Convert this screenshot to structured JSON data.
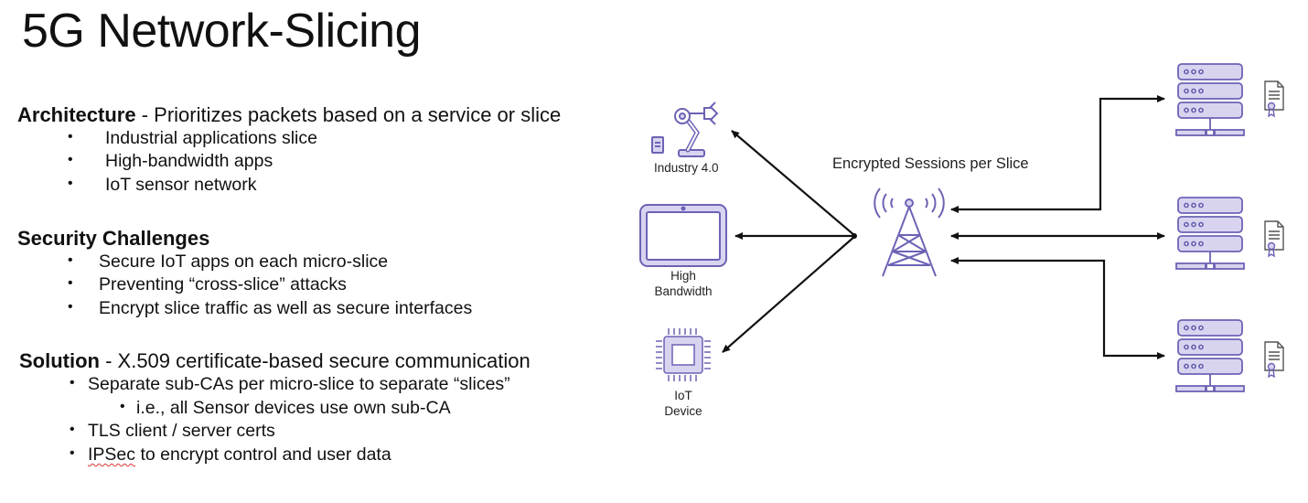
{
  "title": "5G Network-Slicing",
  "architecture": {
    "heading": "Architecture",
    "tagline": " - Prioritizes packets based on a service or slice",
    "bullets": [
      "Industrial applications slice",
      "High-bandwidth apps",
      "IoT sensor network"
    ]
  },
  "security": {
    "heading": "Security Challenges",
    "bullets": [
      "Secure IoT apps on each micro-slice",
      "Preventing “cross-slice” attacks",
      "Encrypt slice traffic as well as secure interfaces"
    ]
  },
  "solution": {
    "heading": "Solution",
    "tagline": " - X.509 certificate-based secure communication",
    "bullet1": "Separate sub-CAs per micro-slice to separate “slices”",
    "sub_bullet": "i.e., all Sensor devices use own sub-CA",
    "bullet2": "TLS client / server certs",
    "bullet3_word": "IPSec",
    "bullet3_rest": " to encrypt control and user data"
  },
  "diagram": {
    "industry_label": "Industry 4.0",
    "tablet_label_line1": "High",
    "tablet_label_line2": "Bandwidth",
    "iot_label_line1": "IoT",
    "iot_label_line2": "Device",
    "tower_caption": "Encrypted Sessions per Slice",
    "icon_stroke_color": "#6b63b5",
    "icon_fill_color": "#d8d4f0"
  }
}
